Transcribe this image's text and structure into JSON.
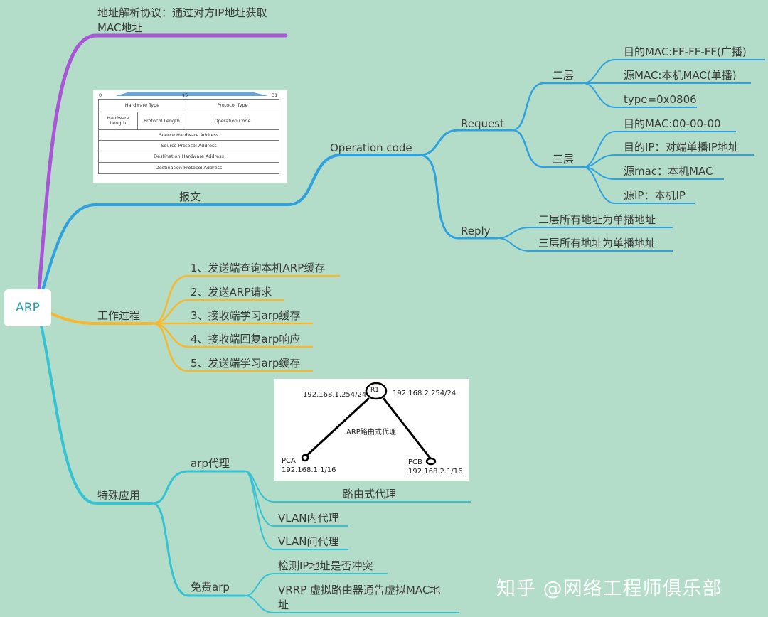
{
  "root": "ARP",
  "branches": {
    "definition": {
      "line1": "地址解析协议：通过对方IP地址获取",
      "line2": "MAC地址",
      "color": "#a855d6"
    },
    "message": {
      "label": "报文",
      "color": "#2ea1de",
      "operation_code": "Operation code",
      "request": {
        "label": "Request",
        "layer2": {
          "label": "二层",
          "items": [
            "目的MAC:FF-FF-FF(广播)",
            "源MAC:本机MAC(单播)",
            "type=0x0806"
          ]
        },
        "layer3": {
          "label": "三层",
          "items": [
            "目的MAC:00-00-00",
            "目的IP：对端单播IP地址",
            "源mac：本机MAC",
            "源IP：本机IP"
          ]
        }
      },
      "reply": {
        "label": "Reply",
        "items": [
          "二层所有地址为单播地址",
          "三层所有地址为单播地址"
        ]
      }
    },
    "process": {
      "label": "工作过程",
      "color": "#f5b82e",
      "steps": [
        "1、发送端查询本机ARP缓存",
        "2、发送ARP请求",
        "3、接收端学习arp缓存",
        "4、接收端回复arp响应",
        "5、发送端学习arp缓存"
      ]
    },
    "special": {
      "label": "特殊应用",
      "color": "#35c3d3",
      "proxy": {
        "label": "arp代理",
        "items": [
          "路由式代理",
          "VLAN内代理",
          "VLAN间代理"
        ]
      },
      "gratuitous": {
        "label": "免费arp",
        "items": [
          "检测IP地址是否冲突"
        ],
        "vrrp_line1": "VRRP 虚拟路由器通告虚拟MAC地",
        "vrrp_line2": "址"
      }
    }
  },
  "packet_figure": {
    "ruler": [
      "0",
      "15",
      "31"
    ],
    "row1": [
      "Hardware Type",
      "Protocol Type"
    ],
    "row2": [
      "Hardware Length",
      "Protocol Length",
      "Operation Code"
    ],
    "rows": [
      "Source Hardware Address",
      "Source Protocol Address",
      "Destination Hardware Address",
      "Destination Protocol Address"
    ]
  },
  "network_figure": {
    "router": "R1",
    "left_ip": "192.168.1.254/24",
    "right_ip": "192.168.2.254/24",
    "caption": "ARP路由式代理",
    "pca": "PCA",
    "pca_ip": "192.168.1.1/16",
    "pcb": "PCB",
    "pcb_ip": "192.168.2.1/16"
  },
  "watermark": "知乎 @网络工程师俱乐部"
}
